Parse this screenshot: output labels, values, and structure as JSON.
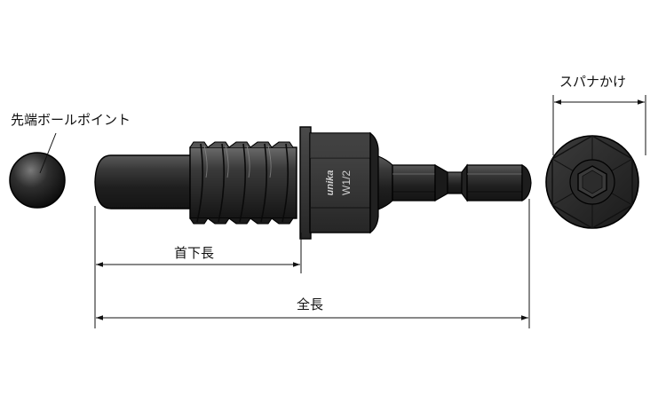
{
  "labels": {
    "ball_point": "先端ボールポイント",
    "neck_length": "首下長",
    "total_length": "全長",
    "wrench_flats": "スパナかけ"
  },
  "engraving": {
    "brand": "unika",
    "size": "W1/2"
  },
  "colors": {
    "body": "#2b2b2b",
    "line": "#111111",
    "background": "#ffffff"
  }
}
